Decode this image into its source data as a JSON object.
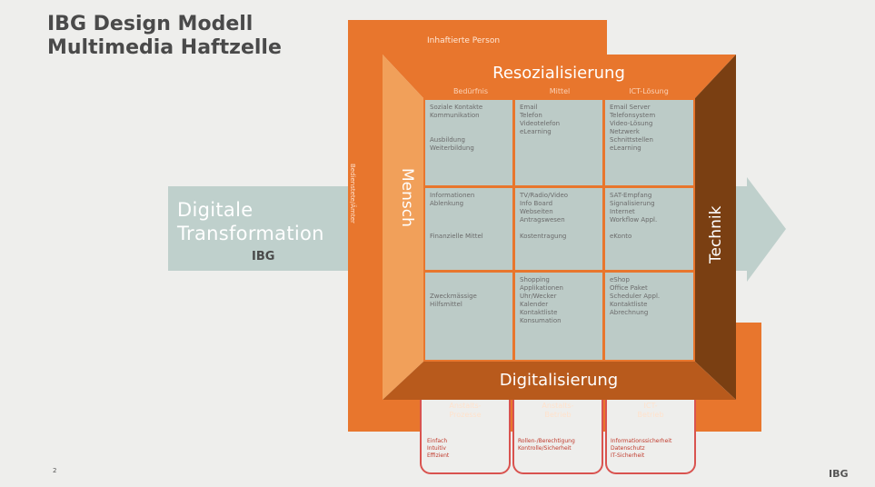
{
  "title": {
    "line1": "IBG Design Modell",
    "line2": "Multimedia Haftzelle"
  },
  "arrow": {
    "label1": "Digitale",
    "label2": "Transformation",
    "sub": "IBG"
  },
  "outer": {
    "top_label": "Inhaftierte Person",
    "side_label": "Bedienstete/Ämter"
  },
  "frame": {
    "top": "Resozialisierung",
    "left": "Mensch",
    "right": "Technik",
    "bottom": "Digitalisierung"
  },
  "columns": [
    "Bedürfnis",
    "Mittel",
    "ICT-Lösung"
  ],
  "grid": [
    [
      "Soziale Kontakte\nKommunikation\n\n\nAusbildung\nWeiterbildung",
      "Email\nTelefon\nVideotelefon\neLearning",
      "Email Server\nTelefonsystem\nVideo-Lösung\nNetzwerk\nSchnittstellen\neLearning"
    ],
    [
      "Informationen\nAblenkung\n\n\n\nFinanzielle Mittel",
      "TV/Radio/Video\nInfo Board\nWebseiten\nAntragswesen\n\nKostentragung",
      "SAT-Empfang\nSignalisierung\nInternet\nWorkflow Appl.\n\neKonto"
    ],
    [
      "\n\nZweckmässige\nHilfsmittel",
      "Shopping\nApplikationen\nUhr/Wecker\nKalender\nKontaktliste\nKonsumation",
      "eShop\nOffice Paket\nScheduler Appl.\nKontaktliste\nAbrechnung"
    ]
  ],
  "tabs": [
    {
      "head": "Anstalts-\nProzesse",
      "body": "Einfach\nIntuitiv\nEffizient"
    },
    {
      "head": "Anstalts-\nBetrieb",
      "body": "Rollen-/Berechtigung\nKontrolle/Sicherheit"
    },
    {
      "head": "ICT-\nBetrieb",
      "body": "Informationssicherheit\nDatenschutz\nIT-Sicherheit"
    }
  ],
  "footer": {
    "page": "2",
    "brand": "IBG"
  },
  "colors": {
    "orange": "#e8762d",
    "orange_light": "#f1a05a",
    "orange_dark": "#b85a1c",
    "brown": "#7a3f12",
    "gray_green": "#bccbc7",
    "arrow": "#bfd0cc",
    "red": "#d9534f"
  }
}
